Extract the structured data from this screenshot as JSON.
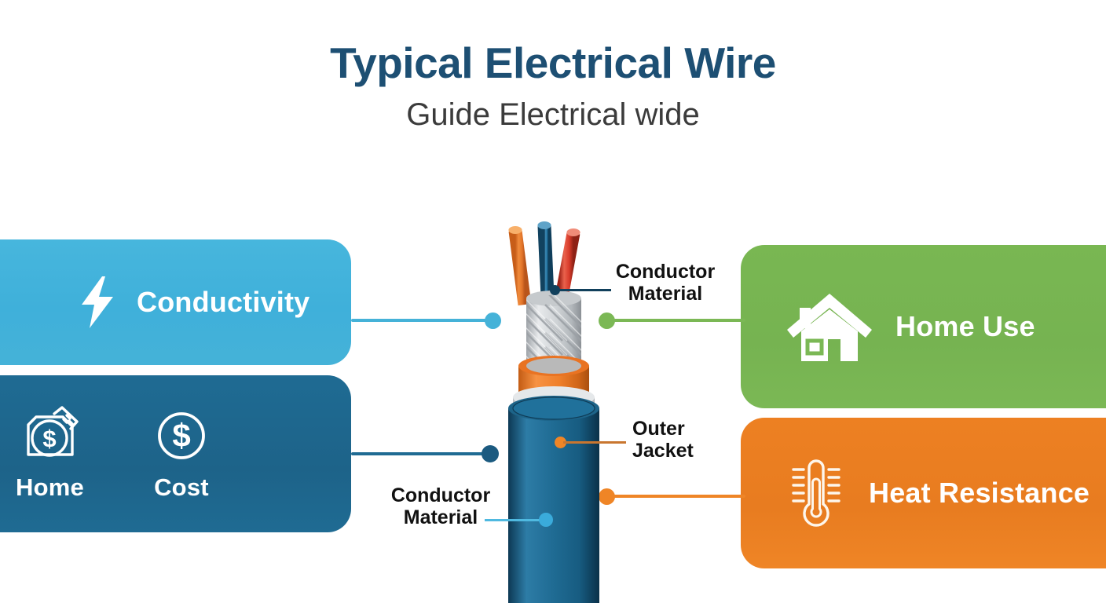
{
  "header": {
    "title": "Typical Electrical Wire",
    "subtitle": "Guide Electrical wide"
  },
  "cards": {
    "conductivity": {
      "label": "Conductivity",
      "icon": "lightning-bolt-icon",
      "color": "#45b2d8"
    },
    "home_cost": {
      "color": "#1f6b93",
      "items": [
        {
          "label": "Home",
          "icon": "price-tag-dollar-icon"
        },
        {
          "label": "Cost",
          "icon": "dollar-coin-icon"
        }
      ]
    },
    "home_use": {
      "label": "Home Use",
      "icon": "house-icon",
      "color": "#7bb855"
    },
    "heat_resistance": {
      "label": "Heat Resistance",
      "icon": "thermometer-icon",
      "color": "#ef8526"
    }
  },
  "callouts": {
    "conductor_material_top": {
      "line1": "Conductor",
      "line2": "Material",
      "color": "#11405c"
    },
    "outer_jacket": {
      "line1": "Outer",
      "line2": "Jacket",
      "color": "#ef8526"
    },
    "conductor_material_bottom": {
      "line1": "Conductor",
      "line2": "Material",
      "color": "#3aabdb"
    }
  },
  "illustration": {
    "name": "electrical-cable-cutaway",
    "wires": [
      {
        "name": "wire-orange",
        "color": "#e8762a"
      },
      {
        "name": "wire-blue",
        "color": "#1f6f9c"
      },
      {
        "name": "wire-red",
        "color": "#d93c2b"
      }
    ],
    "layers": [
      {
        "name": "braided-shield",
        "color": "#d4d6d8"
      },
      {
        "name": "inner-jacket",
        "color": "#ef7f2a"
      },
      {
        "name": "separator",
        "color": "#e9ecee"
      },
      {
        "name": "outer-jacket",
        "color": "#1f6b93"
      }
    ]
  },
  "background": {
    "color": "#ffffff"
  }
}
